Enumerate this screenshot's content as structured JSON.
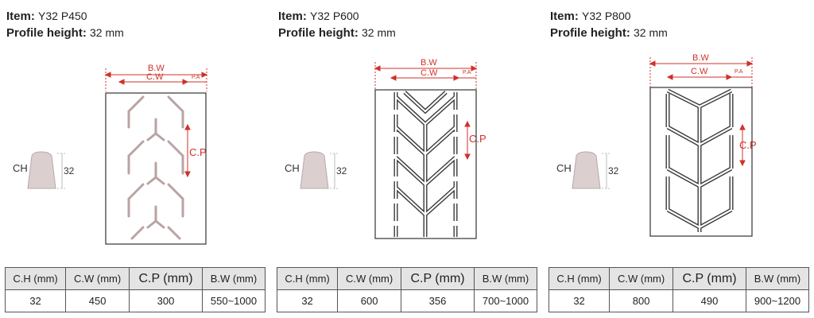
{
  "colors": {
    "dimension_red": "#d0302a",
    "profile_fill": "#dccfcf",
    "table_header_bg": "#e4e4e4"
  },
  "labels": {
    "item_label": "Item:",
    "profile_height_label": "Profile height:",
    "bw": "B.W",
    "cw": "C.W",
    "pa": "P.A",
    "cp": "C.P",
    "ch": "CH"
  },
  "panels": [
    {
      "item": "Y32 P450",
      "profile_height": "32 mm",
      "ch_value": "32",
      "headers": [
        "C.H (mm)",
        "C.W (mm)",
        "C.P (mm)",
        "B.W (mm)"
      ],
      "values": [
        "32",
        "450",
        "300",
        "550~1000"
      ]
    },
    {
      "item": "Y32 P600",
      "profile_height": "32 mm",
      "ch_value": "32",
      "headers": [
        "C.H (mm)",
        "C.W (mm)",
        "C.P (mm)",
        "B.W (mm)"
      ],
      "values": [
        "32",
        "600",
        "356",
        "700~1000"
      ]
    },
    {
      "item": "Y32 P800",
      "profile_height": "32 mm",
      "ch_value": "32",
      "headers": [
        "C.H (mm)",
        "C.W (mm)",
        "C.P (mm)",
        "B.W (mm)"
      ],
      "values": [
        "32",
        "800",
        "490",
        "900~1200"
      ]
    }
  ]
}
